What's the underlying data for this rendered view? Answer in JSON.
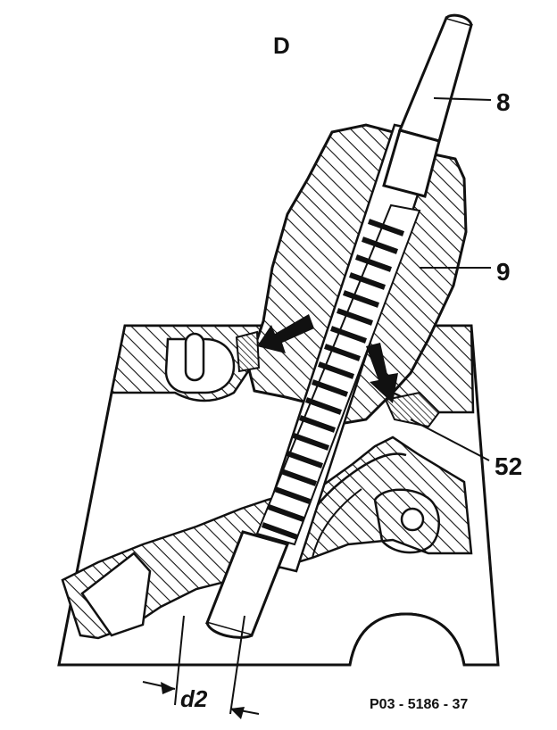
{
  "diagram": {
    "view_label": "D",
    "callouts": [
      {
        "id": "8",
        "text": "8"
      },
      {
        "id": "9",
        "text": "9"
      },
      {
        "id": "52",
        "text": "52"
      }
    ],
    "dimension_label": "d2",
    "figure_code": "P03 - 5186 - 37",
    "colors": {
      "ink": "#111111",
      "paper": "#ffffff"
    }
  }
}
